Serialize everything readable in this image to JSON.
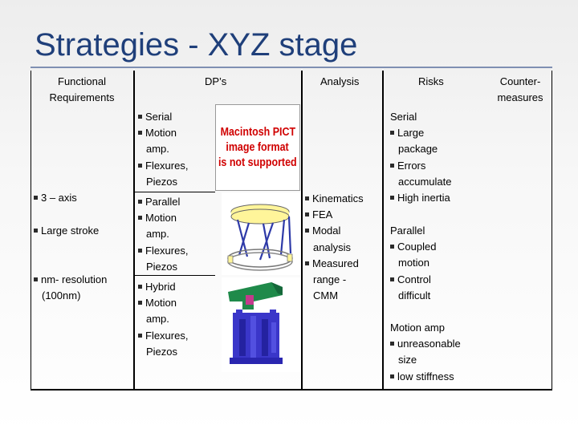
{
  "slide": {
    "title": "Strategies - XYZ stage"
  },
  "headers": {
    "fr_line1": "Functional",
    "fr_line2": "Requirements",
    "dps": "DP’s",
    "analysis": "Analysis",
    "risks": "Risks",
    "counter_line1": "Counter-",
    "counter_line2": "measures"
  },
  "requirements": [
    "3 – axis",
    "Large stroke",
    "nm- resolution",
    "(100nm)"
  ],
  "dps": {
    "serial": [
      "Serial",
      "Motion",
      "amp.",
      "Flexures,",
      "Piezos"
    ],
    "parallel": [
      "Parallel",
      "Motion",
      "amp.",
      "Flexures,",
      "Piezos"
    ],
    "hybrid": [
      "Hybrid",
      "Motion",
      "amp.",
      "Flexures,",
      "Piezos"
    ]
  },
  "pict_placeholder": [
    "Macintosh PICT",
    "image format",
    "is not supported"
  ],
  "analysis": [
    "Kinematics",
    "FEA",
    "Modal",
    "analysis",
    "Measured",
    "range -",
    "CMM"
  ],
  "risks": {
    "serial": [
      "Serial",
      "Large",
      "package",
      "Errors",
      "accumulate",
      "High inertia"
    ],
    "parallel": [
      "Parallel",
      "Coupled",
      "motion",
      "Control",
      "difficult"
    ],
    "motion_amp": [
      "Motion amp",
      "unreasonable",
      "size",
      "low stiffness"
    ]
  },
  "colors": {
    "title": "#1f3f7a",
    "pict_text": "#d00000",
    "hexapod_platform": "#fff59a",
    "hexapod_legs": "#2e3aa8",
    "hybrid_top": "#1f8a4a",
    "hybrid_body": "#3a36c9"
  }
}
